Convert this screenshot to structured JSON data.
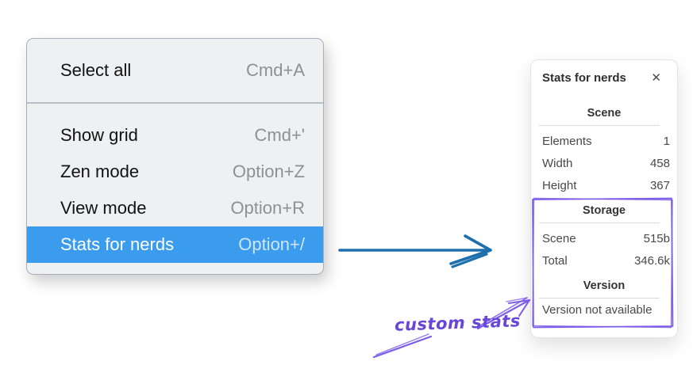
{
  "context_menu": {
    "sections": [
      {
        "items": [
          {
            "label": "Select all",
            "shortcut": "Cmd+A",
            "highlighted": false
          }
        ]
      },
      {
        "items": [
          {
            "label": "Show grid",
            "shortcut": "Cmd+'",
            "highlighted": false
          },
          {
            "label": "Zen mode",
            "shortcut": "Option+Z",
            "highlighted": false
          },
          {
            "label": "View mode",
            "shortcut": "Option+R",
            "highlighted": false
          },
          {
            "label": "Stats for nerds",
            "shortcut": "Option+/",
            "highlighted": true
          }
        ]
      }
    ]
  },
  "stats_panel": {
    "title": "Stats for nerds",
    "close_icon": "✕",
    "sections": [
      {
        "heading": "Scene",
        "rows": [
          {
            "label": "Elements",
            "value": "1"
          },
          {
            "label": "Width",
            "value": "458"
          },
          {
            "label": "Height",
            "value": "367"
          }
        ]
      },
      {
        "heading": "Storage",
        "rows": [
          {
            "label": "Scene",
            "value": "515b"
          },
          {
            "label": "Total",
            "value": "346.6k"
          }
        ]
      },
      {
        "heading": "Version",
        "note": "Version not available"
      }
    ]
  },
  "annotations": {
    "custom_stats_label": "custom stats"
  },
  "colors": {
    "menu-highlight": "#3b9bed",
    "arrow-blue": "#1d6fad",
    "annotation-purple": "#6847d6",
    "sketch-purple": "#7b5ce8"
  }
}
